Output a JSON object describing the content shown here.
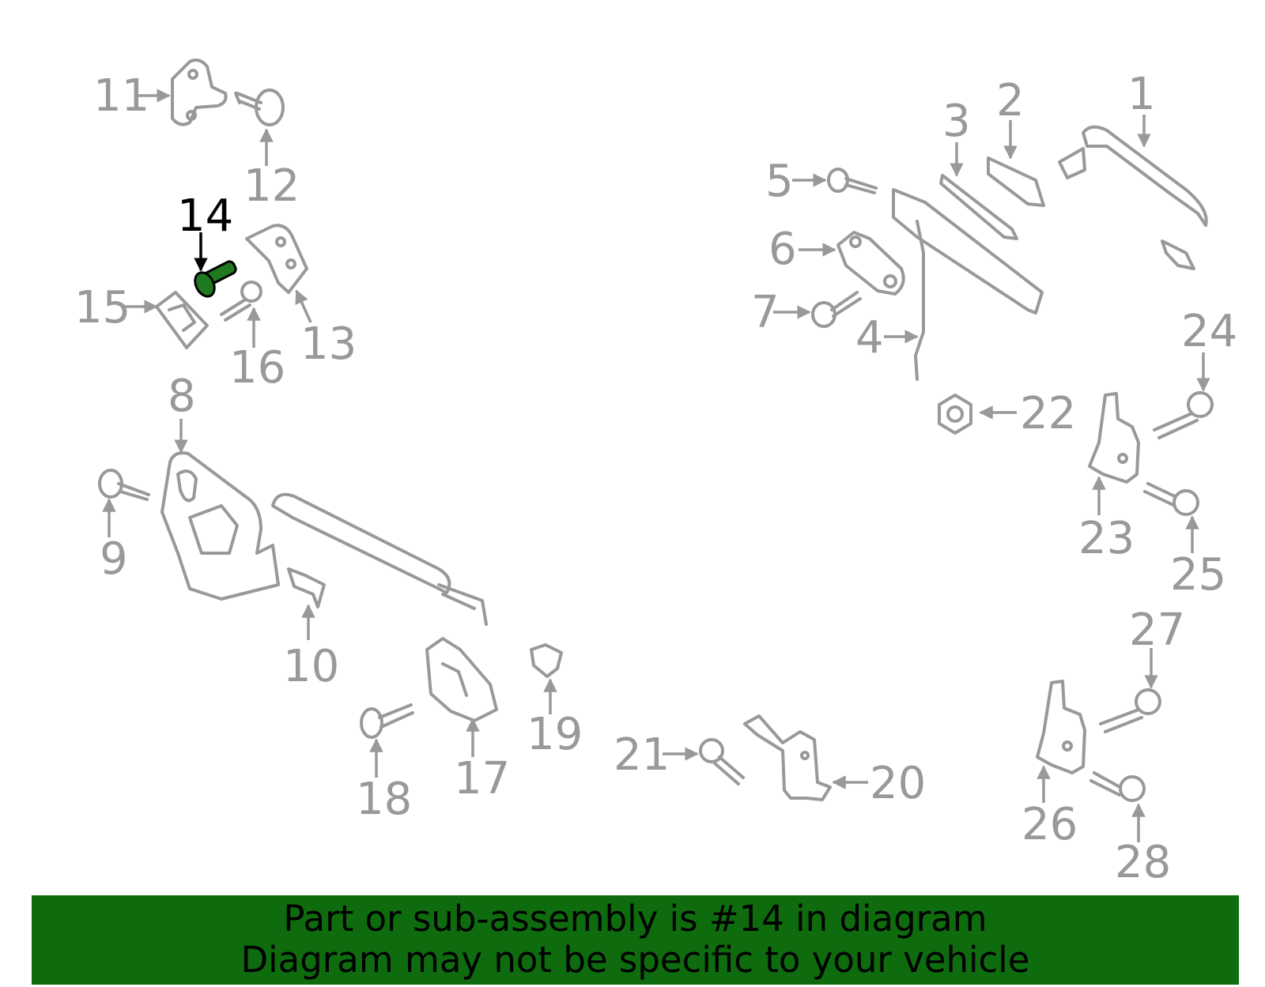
{
  "colors": {
    "part_line": "#999999",
    "highlight_part": "#1f7a1f",
    "banner_bg": "#0e6b0e",
    "banner_text": "#000000",
    "highlight_label": "#000000"
  },
  "highlighted_callout": "14",
  "callouts": [
    {
      "id": "c1",
      "label": "1"
    },
    {
      "id": "c2",
      "label": "2"
    },
    {
      "id": "c3",
      "label": "3"
    },
    {
      "id": "c4",
      "label": "4"
    },
    {
      "id": "c5",
      "label": "5"
    },
    {
      "id": "c6",
      "label": "6"
    },
    {
      "id": "c7",
      "label": "7"
    },
    {
      "id": "c8",
      "label": "8"
    },
    {
      "id": "c9",
      "label": "9"
    },
    {
      "id": "c10",
      "label": "10"
    },
    {
      "id": "c11",
      "label": "11"
    },
    {
      "id": "c12",
      "label": "12"
    },
    {
      "id": "c13",
      "label": "13"
    },
    {
      "id": "c14",
      "label": "14"
    },
    {
      "id": "c15",
      "label": "15"
    },
    {
      "id": "c16",
      "label": "16"
    },
    {
      "id": "c17",
      "label": "17"
    },
    {
      "id": "c18",
      "label": "18"
    },
    {
      "id": "c19",
      "label": "19"
    },
    {
      "id": "c20",
      "label": "20"
    },
    {
      "id": "c21",
      "label": "21"
    },
    {
      "id": "c22",
      "label": "22"
    },
    {
      "id": "c23",
      "label": "23"
    },
    {
      "id": "c24",
      "label": "24"
    },
    {
      "id": "c25",
      "label": "25"
    },
    {
      "id": "c26",
      "label": "26"
    },
    {
      "id": "c27",
      "label": "27"
    },
    {
      "id": "c28",
      "label": "28"
    }
  ],
  "banner": {
    "line1": "Part or sub-assembly is #14 in diagram",
    "line2": "Diagram may not be specific to your vehicle"
  }
}
